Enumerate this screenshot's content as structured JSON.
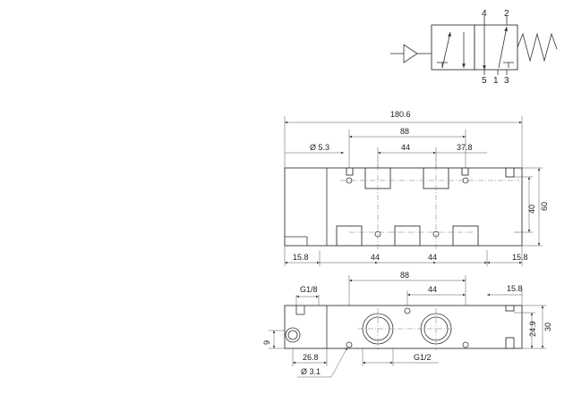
{
  "symbol": {
    "ports": {
      "p4": "4",
      "p2": "2",
      "p5": "5",
      "p1": "1",
      "p3": "3"
    }
  },
  "top_view": {
    "overall_length": "180.6",
    "center_span": "88",
    "port_pitch": "44",
    "port_offset": "37.8",
    "hole_diameter": "Ø 5.3",
    "height_outer": "60",
    "height_inner": "40",
    "bottom_left": "15.8",
    "bottom_mid_left": "44",
    "bottom_mid_right": "44",
    "bottom_right": "15.8"
  },
  "side_view": {
    "pilot_thread": "G1/8",
    "span": "88",
    "pitch": "44",
    "right_offset": "15.8",
    "pilot_height": "9",
    "pilot_offset": "26.8",
    "port_thread": "G1/2",
    "mount_hole": "Ø 3.1",
    "height_total": "30",
    "height_port": "24.9"
  }
}
